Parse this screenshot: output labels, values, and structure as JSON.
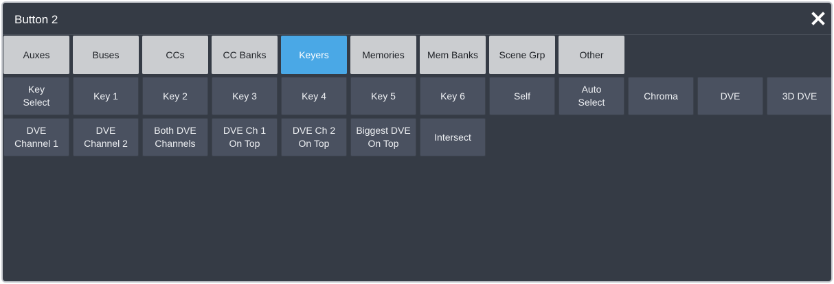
{
  "dialog": {
    "title": "Button 2",
    "close_icon": "close-icon"
  },
  "categories": [
    {
      "label": "Auxes",
      "active": false
    },
    {
      "label": "Buses",
      "active": false
    },
    {
      "label": "CCs",
      "active": false
    },
    {
      "label": "CC Banks",
      "active": false
    },
    {
      "label": "Keyers",
      "active": true
    },
    {
      "label": "Memories",
      "active": false
    },
    {
      "label": "Mem Banks",
      "active": false
    },
    {
      "label": "Scene Grp",
      "active": false
    },
    {
      "label": "Other",
      "active": false
    }
  ],
  "options_row1": [
    {
      "label": "Key\nSelect"
    },
    {
      "label": "Key 1"
    },
    {
      "label": "Key 2"
    },
    {
      "label": "Key 3"
    },
    {
      "label": "Key 4"
    },
    {
      "label": "Key 5"
    },
    {
      "label": "Key 6"
    },
    {
      "label": "Self"
    },
    {
      "label": "Auto\nSelect"
    },
    {
      "label": "Chroma"
    },
    {
      "label": "DVE"
    },
    {
      "label": "3D DVE"
    }
  ],
  "options_row2": [
    {
      "label": "DVE\nChannel 1"
    },
    {
      "label": "DVE\nChannel 2"
    },
    {
      "label": "Both DVE\nChannels"
    },
    {
      "label": "DVE Ch 1\nOn Top"
    },
    {
      "label": "DVE Ch 2\nOn Top"
    },
    {
      "label": "Biggest DVE\nOn Top"
    },
    {
      "label": "Intersect"
    }
  ],
  "colors": {
    "panel_bg": "#353b45",
    "category_bg": "#cbcdd0",
    "active_bg": "#4aa8e6",
    "option_bg": "#4a5160"
  }
}
